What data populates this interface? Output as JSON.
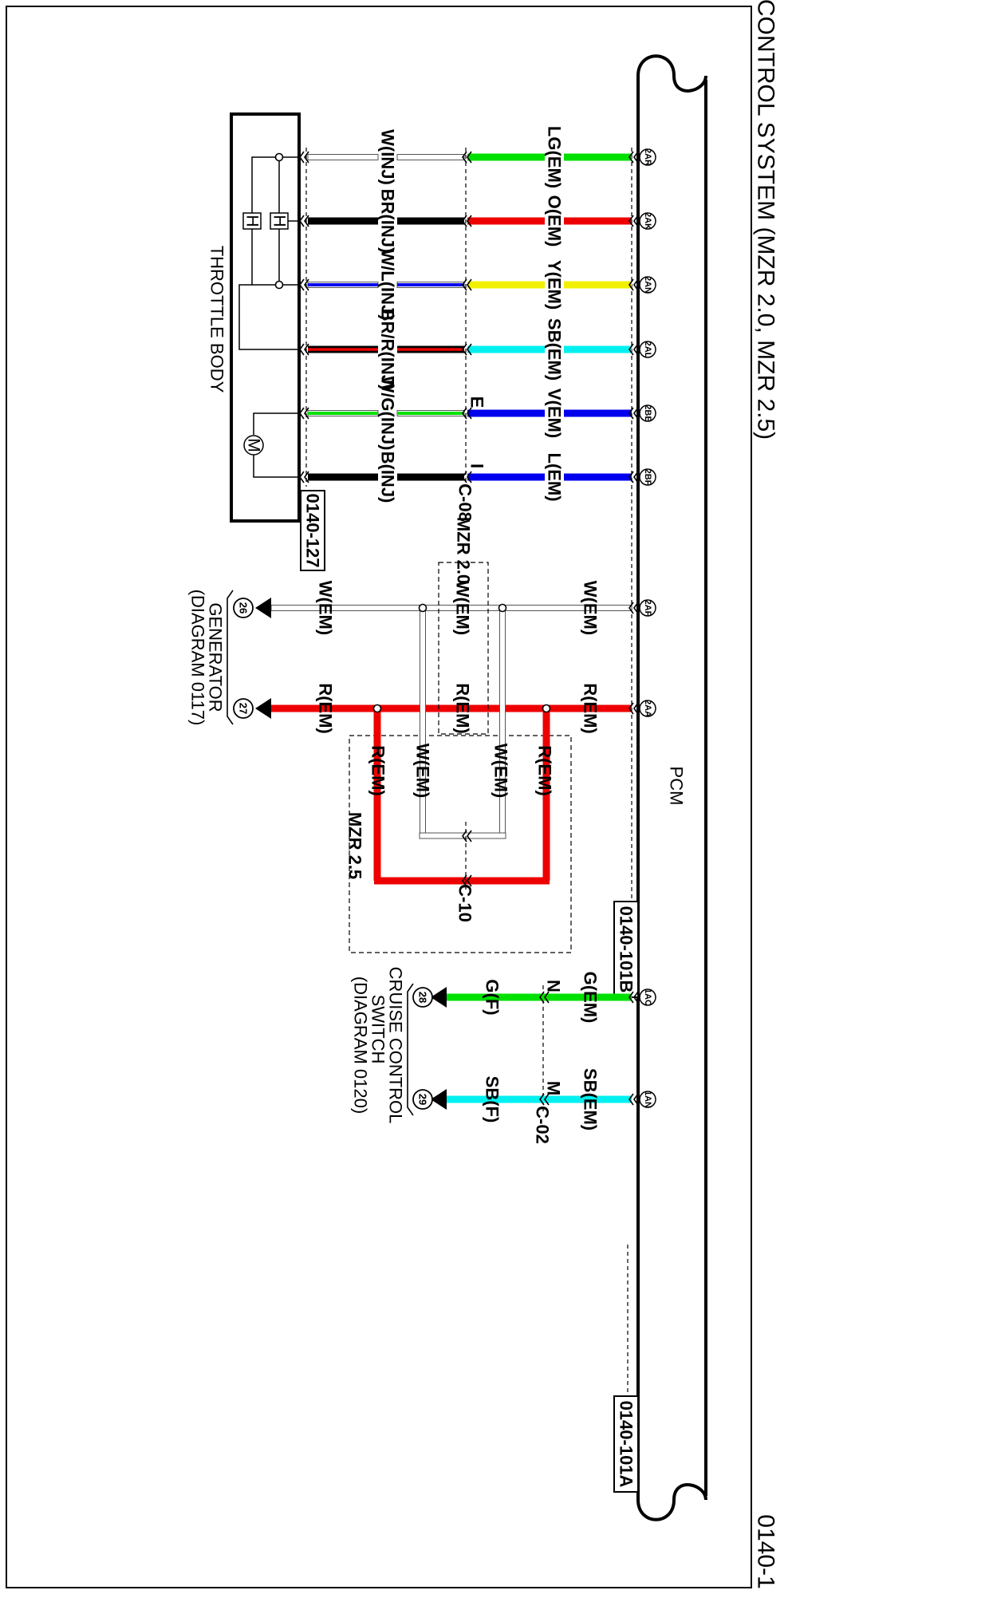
{
  "page": {
    "title": "CONTROL SYSTEM (MZR 2.0, MZR 2.5)",
    "number": "0140-1",
    "number_suffix": "1"
  },
  "components": {
    "pcm": "PCM",
    "throttle_body": "THROTTLE BODY",
    "generator": [
      "GENERATOR",
      "(DIAGRAM 0117)"
    ],
    "cruise_switch": [
      "CRUISE CONTROL",
      "SWITCH",
      "(DIAGRAM 0120)"
    ],
    "motor_symbol": "M",
    "heater_symbol": "H"
  },
  "connectors": {
    "throttle": "0140-127",
    "pcm_b": "0140-101B",
    "pcm_a": "0140-101A",
    "c08": "C-08",
    "c10": "C-10",
    "c02": "C-02"
  },
  "variants": {
    "mzr20": "MZR 2.0",
    "mzr25": "MZR 2.5"
  },
  "colors": {
    "LG": "#00e000",
    "O": "#ee0000",
    "Y": "#f0f000",
    "SB": "#00f0f0",
    "V": "#0000ee",
    "L": "#0000ee",
    "B": "#000000",
    "BR": "#000000",
    "W": "#ffffff",
    "R": "#ee0000",
    "G": "#00e000"
  },
  "throttle_circuits": [
    {
      "pin": "2AR",
      "pcm_wire": "LG(EM)",
      "inj_wire": "W(INJ)",
      "pcm_color": "#00e000",
      "inj_color": "#ffffff",
      "inj_stripe": null
    },
    {
      "pin": "2AK",
      "pcm_wire": "O(EM)",
      "inj_wire": "BR(INJ)",
      "pcm_color": "#ee0000",
      "inj_color": "#000000",
      "inj_stripe": null
    },
    {
      "pin": "2AN",
      "pcm_wire": "Y(EM)",
      "inj_wire": "W/L(INJ)",
      "pcm_color": "#f0f000",
      "inj_color": "#ffffff",
      "inj_stripe": "#0000ee"
    },
    {
      "pin": "2AL",
      "pcm_wire": "SB(EM)",
      "inj_wire": "BR/R(INJ)",
      "pcm_color": "#00f0f0",
      "inj_color": "#000000",
      "inj_stripe": "#ee0000"
    },
    {
      "pin": "2BE",
      "pcm_wire": "V(EM)",
      "inj_wire": "W/G(INJ)",
      "pcm_color": "#0000ee",
      "inj_color": "#ffffff",
      "inj_stripe": "#00e000",
      "c08_pin": "E"
    },
    {
      "pin": "2BF",
      "pcm_wire": "L(EM)",
      "inj_wire": "B(INJ)",
      "pcm_color": "#0000ee",
      "inj_color": "#000000",
      "inj_stripe": null,
      "c08_pin": "I"
    }
  ],
  "generator_circuits": [
    {
      "pin": "2AF",
      "wire": "W(EM)",
      "color": "#ffffff",
      "end": "26"
    },
    {
      "pin": "2AA",
      "wire": "R(EM)",
      "color": "#ee0000",
      "end": "27"
    }
  ],
  "cruise_circuits": [
    {
      "pin": "1AC",
      "pcm_wire": "G(EM)",
      "far_wire": "G(F)",
      "c02_pin": "N",
      "color": "#00e000",
      "end": "28"
    },
    {
      "pin": "1AN",
      "pcm_wire": "SB(EM)",
      "far_wire": "SB(F)",
      "c02_pin": "M",
      "color": "#00f0f0",
      "end": "29"
    }
  ]
}
